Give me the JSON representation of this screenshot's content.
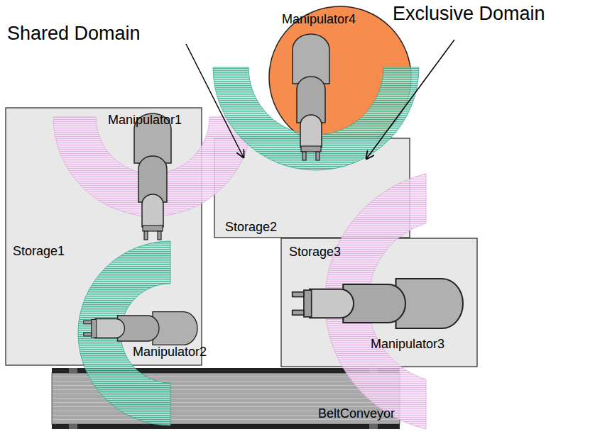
{
  "diagram": {
    "nodes": [
      {
        "text": [
          "Manipulator4"
        ]
      },
      {
        "text": [
          "Storage1"
        ]
      },
      {
        "text": [
          "Storage2"
        ]
      },
      {
        "text": [
          "Storage3"
        ]
      },
      {
        "text": [
          "BeltConveyor"
        ]
      }
    ],
    "labels": [
      "Shared Domain",
      "Exclusive Domain",
      "Manipulator1",
      "Manipulator2",
      "Manipulator3"
    ]
  }
}
